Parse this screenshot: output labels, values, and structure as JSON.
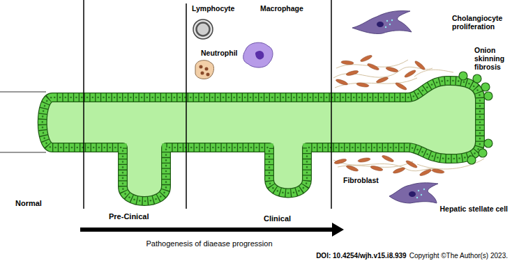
{
  "diagram": {
    "labels": [
      "Lymphocyte",
      "Macrophage",
      "Neutrophil",
      "Cholangiocyte proliferation",
      "Onion skinning fibrosis",
      "Normal",
      "Pre-Cinical",
      "Clinical",
      "Fibroblast",
      "Hepatic stellate cell",
      "Pathogenesis of diaease progression",
      "DOI: 10.4254/wjh.v15.i8.939",
      "Copyright ©The Author(s) 2023."
    ]
  }
}
